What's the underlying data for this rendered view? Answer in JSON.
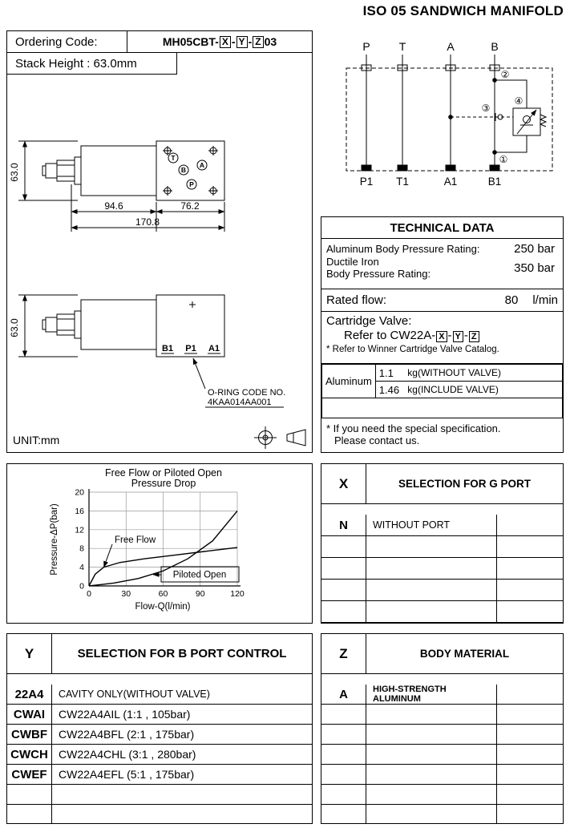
{
  "page": {
    "title": "ISO 05 SANDWICH MANIFOLD"
  },
  "ordering": {
    "label": "Ordering Code:",
    "prefix": "MH05CBT-",
    "x": "X",
    "y": "Y",
    "z": "Z",
    "dash": "-",
    "suffix": "03",
    "stack_height": "Stack Height : 63.0mm"
  },
  "drawing": {
    "dim_height": "63.0",
    "dim_left": "94.6",
    "dim_right": "76.2",
    "dim_total": "170.8",
    "dim_height2": "63.0",
    "face_ports": [
      "T",
      "B",
      "A",
      "P"
    ],
    "bottom_ports": [
      "B1",
      "P1",
      "A1"
    ],
    "oring_label": "O-RING CODE NO.",
    "oring_code": "4KAA014AA001",
    "unit": "UNIT:mm"
  },
  "schematic": {
    "top_ports": [
      "P",
      "T",
      "A",
      "B"
    ],
    "bottom_ports": [
      "P1",
      "T1",
      "A1",
      "B1"
    ],
    "callout_1": "①",
    "callout_2": "②",
    "callout_3": "③",
    "callout_4": "④"
  },
  "technical": {
    "title": "TECHNICAL DATA",
    "p1_label": "Aluminum Body Pressure Rating:",
    "p1_value": "250 bar",
    "p2_label1": "Ductile Iron",
    "p2_label2": "Body Pressure Rating:",
    "p2_value": "350 bar",
    "flow_label": "Rated flow:",
    "flow_value": "80",
    "flow_unit": "l/min",
    "cart_title": "Cartridge Valve:",
    "cart_prefix": "Refer to CW22A-",
    "cart_note": "* Refer to Winner Cartridge Valve Catalog.",
    "weight_material": "Aluminum",
    "w1_value": "1.1",
    "w1_desc": "kg(WITHOUT VALVE)",
    "w2_value": "1.46",
    "w2_desc": "kg(INCLUDE VALVE)",
    "note1": "* If you need the special specification.",
    "note2": "Please contact us."
  },
  "chart_data": {
    "type": "line",
    "title": "Free Flow or Piloted Open",
    "subtitle": "Pressure Drop",
    "xlabel": "Flow-Q(l/min)",
    "ylabel": "Pressure-ΔP(bar)",
    "xlim": [
      0,
      120
    ],
    "ylim": [
      0,
      20
    ],
    "xticks": [
      0,
      30,
      60,
      90,
      120
    ],
    "yticks": [
      0,
      4,
      8,
      12,
      16,
      20
    ],
    "grid": true,
    "legend_position": "inline-annotations",
    "series": [
      {
        "name": "Free Flow",
        "x": [
          0,
          5,
          12,
          25,
          45,
          70,
          95,
          120
        ],
        "y": [
          0,
          2.5,
          4,
          5,
          5.8,
          6.6,
          7.4,
          8.2
        ]
      },
      {
        "name": "Piloted Open",
        "x": [
          0,
          20,
          40,
          60,
          80,
          100,
          120
        ],
        "y": [
          0,
          0.6,
          1.6,
          3.2,
          5.8,
          9.6,
          16
        ]
      }
    ]
  },
  "table_x": {
    "key": "X",
    "title": "SELECTION FOR G PORT",
    "rows": [
      {
        "key": "N",
        "desc": "WITHOUT PORT"
      }
    ]
  },
  "table_y": {
    "key": "Y",
    "title": "SELECTION FOR B PORT CONTROL",
    "rows": [
      {
        "key": "22A4",
        "desc": "CAVITY ONLY(WITHOUT VALVE)"
      },
      {
        "key": "CWAI",
        "desc": "CW22A4AIL (1:1 , 105bar)"
      },
      {
        "key": "CWBF",
        "desc": "CW22A4BFL (2:1 , 175bar)"
      },
      {
        "key": "CWCH",
        "desc": "CW22A4CHL (3:1 , 280bar)"
      },
      {
        "key": "CWEF",
        "desc": "CW22A4EFL (5:1 , 175bar)"
      }
    ]
  },
  "table_z": {
    "key": "Z",
    "title": "BODY MATERIAL",
    "rows": [
      {
        "key": "A",
        "desc": "HIGH-STRENGTH ALUMINUM"
      }
    ]
  }
}
